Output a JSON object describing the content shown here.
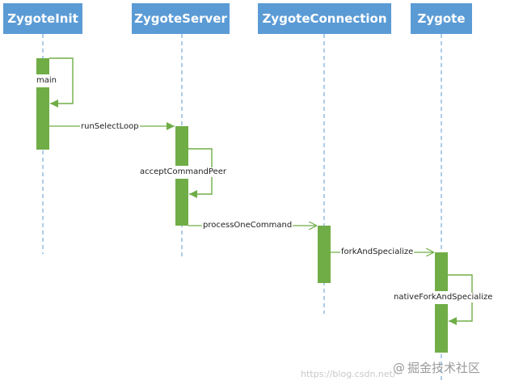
{
  "participants": [
    {
      "id": "zygote-init",
      "label": "ZygoteInit"
    },
    {
      "id": "zygote-server",
      "label": "ZygoteServer"
    },
    {
      "id": "zygote-connection",
      "label": "ZygoteConnection"
    },
    {
      "id": "zygote",
      "label": "Zygote"
    }
  ],
  "messages": [
    {
      "label": "main",
      "type": "self"
    },
    {
      "label": "runSelectLoop",
      "type": "call"
    },
    {
      "label": "acceptCommandPeer",
      "type": "self"
    },
    {
      "label": "processOneCommand",
      "type": "call"
    },
    {
      "label": "forkAndSpecialize",
      "type": "call"
    },
    {
      "label": "nativeForkAndSpecialize",
      "type": "self"
    }
  ],
  "colors": {
    "header": "#5b9bd5",
    "activation": "#70ad47",
    "lifeline": "#5b9bd5"
  },
  "watermark": {
    "left_text": "https://blog.csdn.net/",
    "right_icon": "at-icon",
    "right_text": "掘金技术社区"
  }
}
